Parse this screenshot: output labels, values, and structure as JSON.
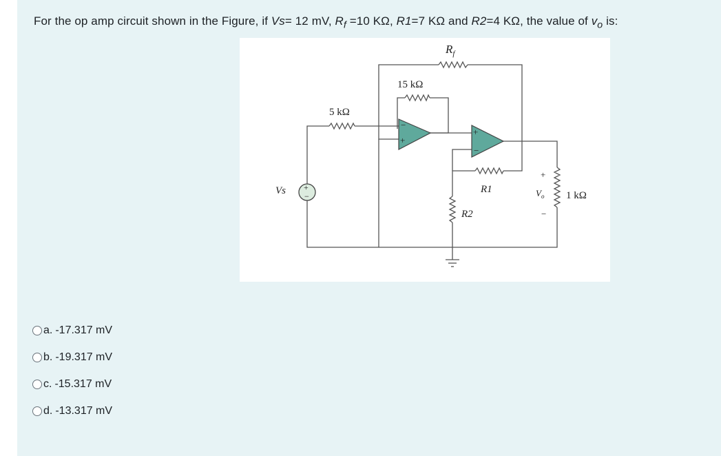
{
  "question": {
    "prefix": "For the op amp circuit shown in the Figure, if ",
    "vs_label": "Vs",
    "vs_value": "= 12 mV, ",
    "rf_label": "R",
    "rf_sub": "f",
    "rf_value": " =10 KΩ, ",
    "r1_label": "R1",
    "r1_value": "=7 KΩ and ",
    "r2_label": "R2",
    "r2_value": "=4 KΩ, the value of ",
    "vo_label": "v",
    "vo_sub": "o",
    "suffix": " is:"
  },
  "figure": {
    "rf_label": "R",
    "rf_sub": "f",
    "r15_label": "15 kΩ",
    "r5_label": "5 kΩ",
    "vs_label": "Vs",
    "r1_label": "R1",
    "r2_label": "R2",
    "vo_label": "V",
    "vo_sub": "o",
    "rload_label": "1 kΩ",
    "plus": "+",
    "minus": "−",
    "opamp_color": "#5fa99c"
  },
  "answers": [
    {
      "letter": "a.",
      "value": "-17.317 mV"
    },
    {
      "letter": "b.",
      "value": "-19.317 mV"
    },
    {
      "letter": "c.",
      "value": "-15.317 mV"
    },
    {
      "letter": "d.",
      "value": "-13.317 mV"
    }
  ]
}
